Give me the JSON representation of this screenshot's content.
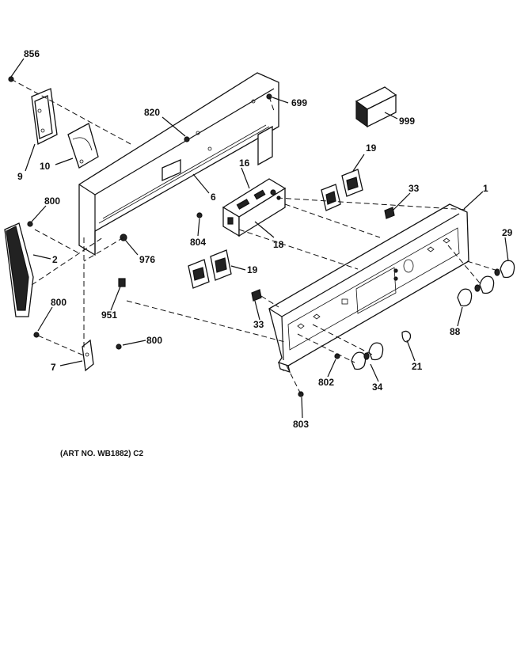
{
  "parts": [
    {
      "id": "p856",
      "label": "856"
    },
    {
      "id": "p820",
      "label": "820"
    },
    {
      "id": "p699",
      "label": "699"
    },
    {
      "id": "p999",
      "label": "999"
    },
    {
      "id": "p9",
      "label": "9"
    },
    {
      "id": "p10",
      "label": "10"
    },
    {
      "id": "p6",
      "label": "6"
    },
    {
      "id": "p16",
      "label": "16"
    },
    {
      "id": "p19a",
      "label": "19"
    },
    {
      "id": "p33a",
      "label": "33"
    },
    {
      "id": "p1",
      "label": "1"
    },
    {
      "id": "p800a",
      "label": "800"
    },
    {
      "id": "p2",
      "label": "2"
    },
    {
      "id": "p804",
      "label": "804"
    },
    {
      "id": "p18",
      "label": "18"
    },
    {
      "id": "p976",
      "label": "976"
    },
    {
      "id": "p29",
      "label": "29"
    },
    {
      "id": "p19b",
      "label": "19"
    },
    {
      "id": "p800b",
      "label": "800"
    },
    {
      "id": "p951",
      "label": "951"
    },
    {
      "id": "p33b",
      "label": "33"
    },
    {
      "id": "p88",
      "label": "88"
    },
    {
      "id": "p800c",
      "label": "800"
    },
    {
      "id": "p7",
      "label": "7"
    },
    {
      "id": "p21",
      "label": "21"
    },
    {
      "id": "p802",
      "label": "802"
    },
    {
      "id": "p34",
      "label": "34"
    },
    {
      "id": "p803",
      "label": "803"
    }
  ],
  "caption": "(ART NO. WB1882) C2"
}
